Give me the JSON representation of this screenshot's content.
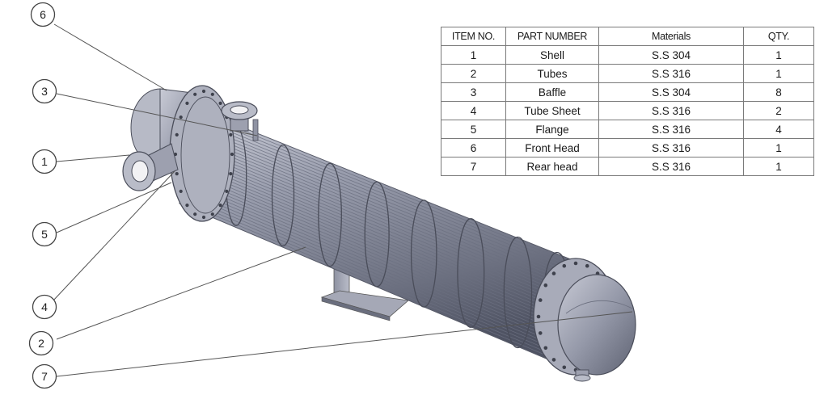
{
  "bom": {
    "headers": [
      "ITEM NO.",
      "PART NUMBER",
      "Materials",
      "QTY."
    ],
    "rows": [
      {
        "item": "1",
        "part": "Shell",
        "material": "S.S 304",
        "qty": "1"
      },
      {
        "item": "2",
        "part": "Tubes",
        "material": "S.S 316",
        "qty": "1"
      },
      {
        "item": "3",
        "part": "Baffle",
        "material": "S.S 304",
        "qty": "8"
      },
      {
        "item": "4",
        "part": "Tube Sheet",
        "material": "S.S 316",
        "qty": "2"
      },
      {
        "item": "5",
        "part": "Flange",
        "material": "S.S 316",
        "qty": "4"
      },
      {
        "item": "6",
        "part": "Front Head",
        "material": "S.S 316",
        "qty": "1"
      },
      {
        "item": "7",
        "part": "Rear head",
        "material": "S.S 316",
        "qty": "1"
      }
    ]
  },
  "callouts": [
    "6",
    "3",
    "1",
    "5",
    "4",
    "2",
    "7"
  ],
  "colors": {
    "metal": "#8f93a3",
    "metal_dark": "#5e6272",
    "metal_light": "#c3c6d2",
    "line": "#555555"
  }
}
